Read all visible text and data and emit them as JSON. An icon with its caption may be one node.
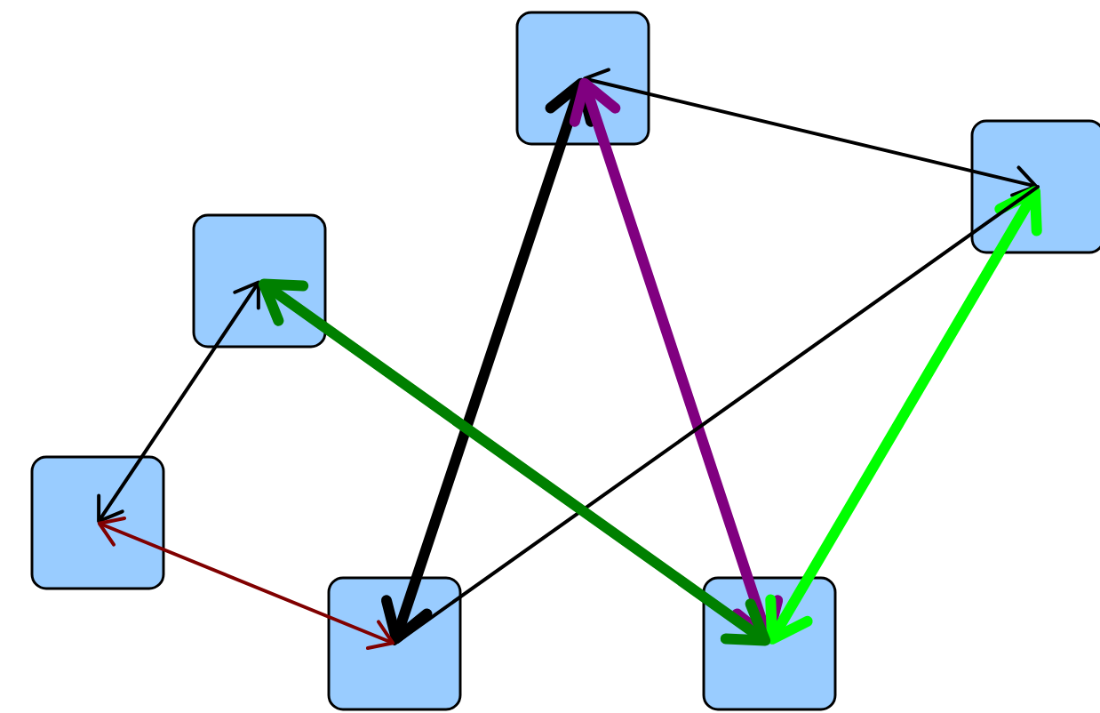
{
  "diagram": {
    "nodes": [
      {
        "text": [],
        "shape": "box"
      },
      {
        "text": [],
        "shape": "box"
      },
      {
        "text": [],
        "shape": "box"
      },
      {
        "text": [],
        "shape": "box"
      },
      {
        "text": [],
        "shape": "box"
      },
      {
        "text": [],
        "shape": "box"
      }
    ],
    "edges": [
      {
        "from": 0,
        "to": 1,
        "arrow": "both"
      },
      {
        "from": 0,
        "to": 4,
        "arrow": "both",
        "style": "thick"
      },
      {
        "from": 0,
        "to": 5,
        "arrow": "both",
        "style": "thick",
        "color": "#800080"
      },
      {
        "from": 1,
        "to": 5,
        "arrow": "both",
        "style": "thick",
        "color": "#00ff00"
      },
      {
        "from": 4,
        "to": 1,
        "arrow": "none"
      },
      {
        "from": 2,
        "to": 3,
        "arrow": "both"
      },
      {
        "from": 2,
        "to": 5,
        "arrow": "both",
        "style": "thick",
        "color": "#008000"
      },
      {
        "from": 3,
        "to": 4,
        "arrow": "both",
        "color": "#800000"
      }
    ]
  }
}
